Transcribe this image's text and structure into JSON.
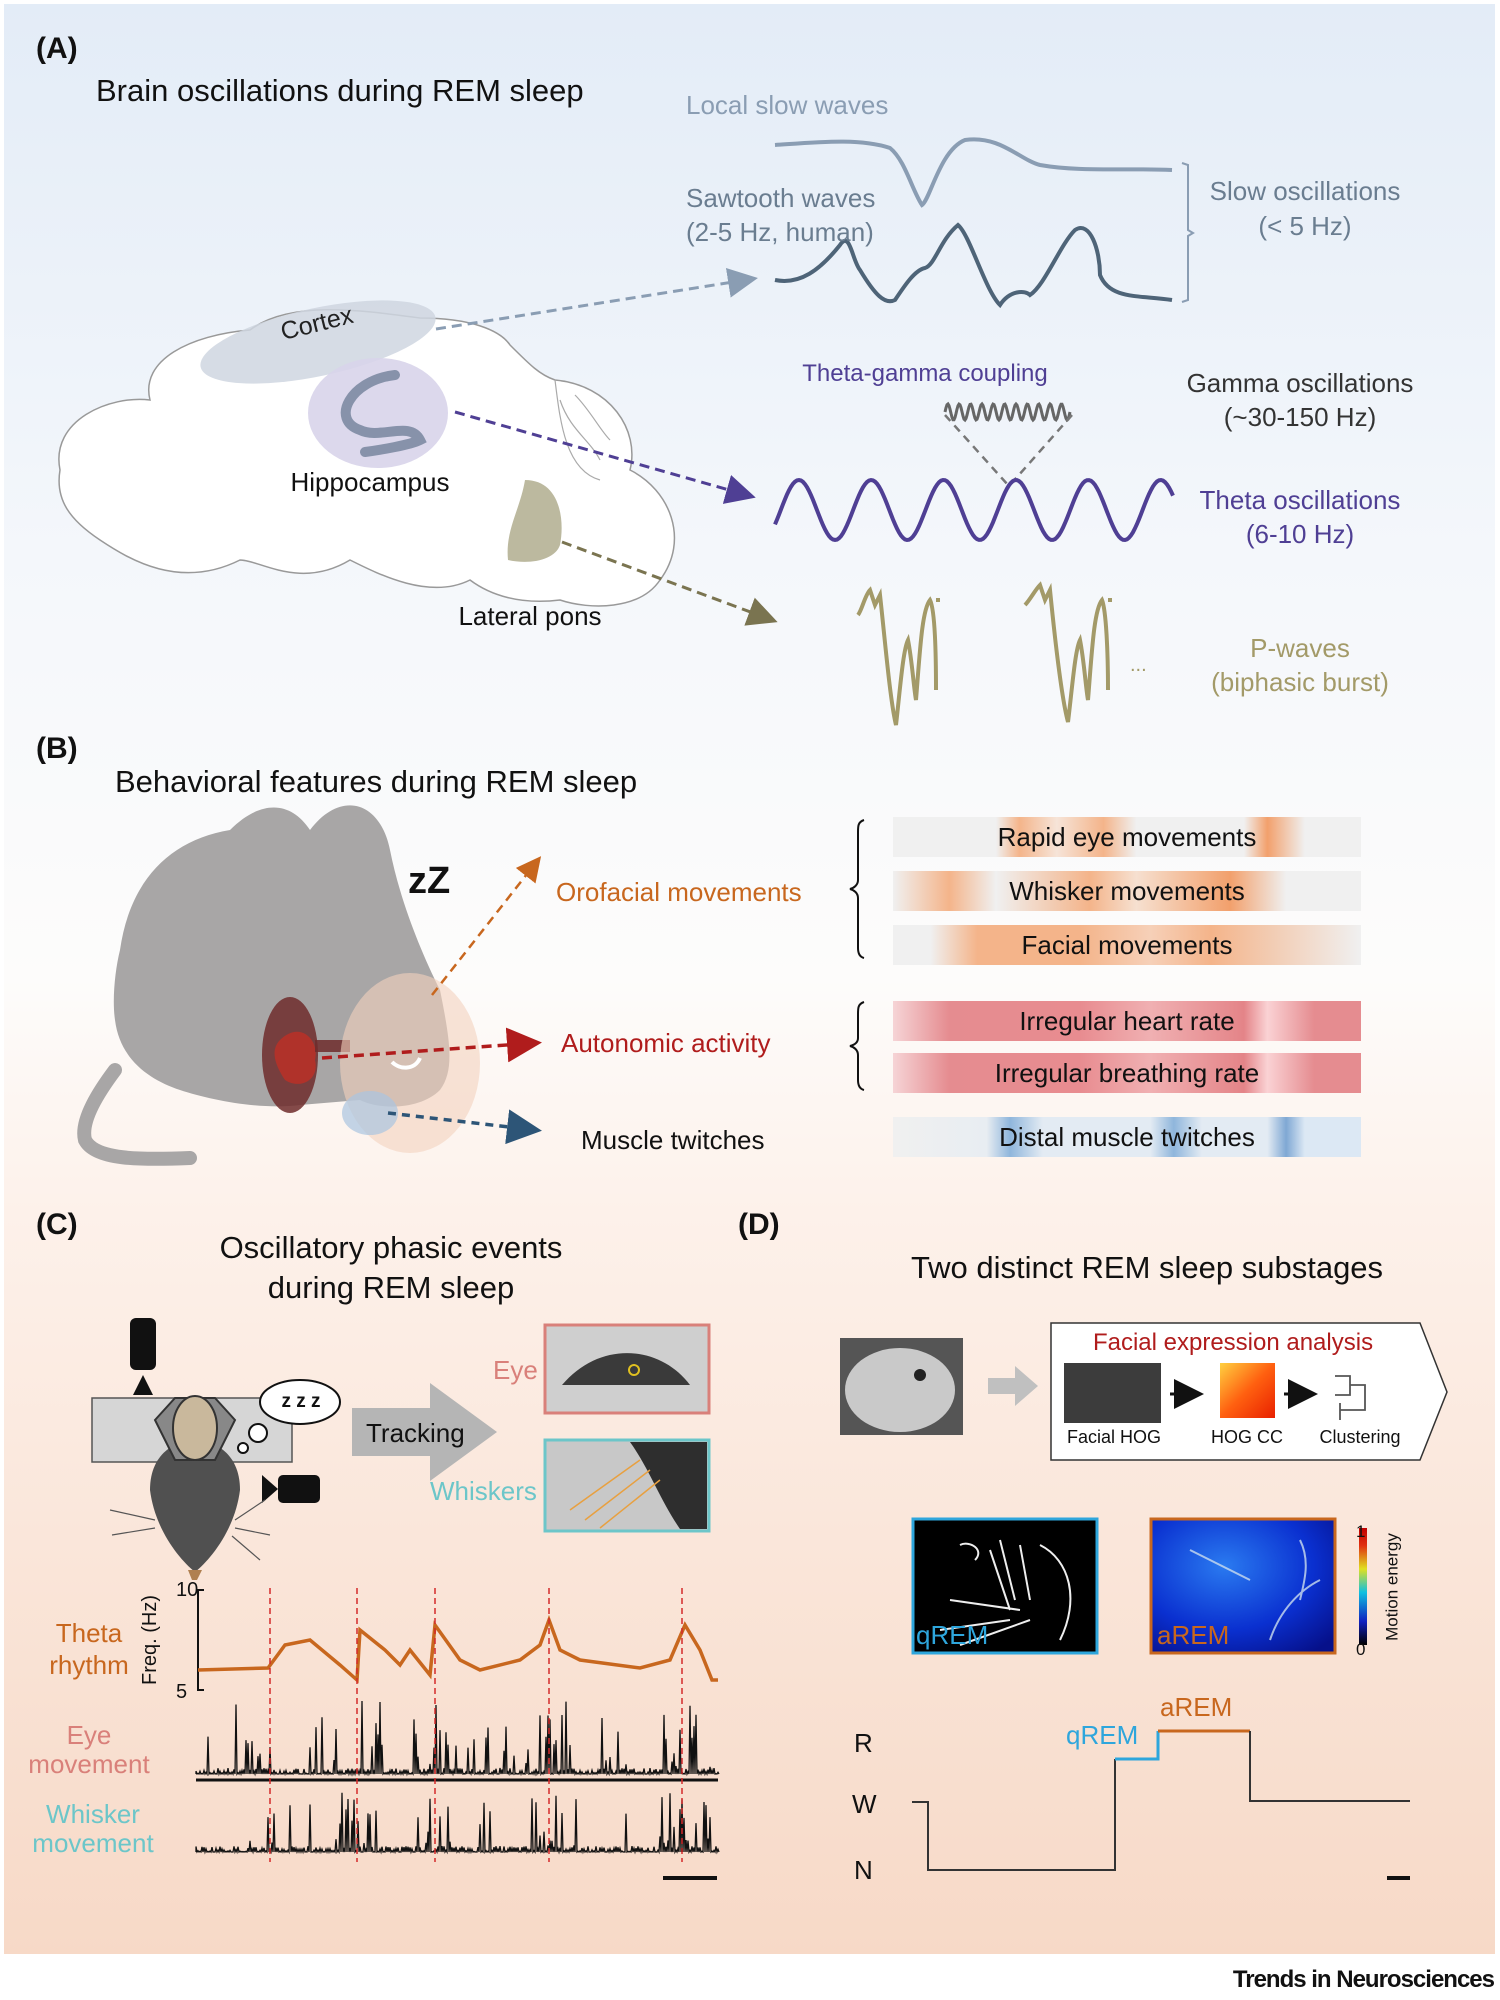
{
  "panel_a": {
    "label": "(A)",
    "title": "Brain oscillations during REM sleep",
    "regions": {
      "cortex": "Cortex",
      "hippocampus": "Hippocampus",
      "pons": "Lateral pons"
    },
    "local_slow_waves": "Local slow waves",
    "sawtooth_line1": "Sawtooth waves",
    "sawtooth_line2": "(2-5 Hz, human)",
    "slow_osc_line1": "Slow oscillations",
    "slow_osc_line2": "(< 5 Hz)",
    "theta_gamma": "Theta-gamma coupling",
    "gamma_line1": "Gamma oscillations",
    "gamma_line2": "(~30-150 Hz)",
    "theta_line1": "Theta oscillations",
    "theta_line2": "(6-10 Hz)",
    "pwaves_line1": "P-waves",
    "pwaves_line2": "(biphasic burst)",
    "ellipsis": "...",
    "colors": {
      "slow": "#8a9db3",
      "sawtooth": "#4e6478",
      "theta": "#4f3f94",
      "gamma": "#555555",
      "pwave": "#a39a68"
    }
  },
  "panel_b": {
    "label": "(B)",
    "title": "Behavioral features during REM sleep",
    "sleep_symbol": "zZ",
    "categories": [
      {
        "label": "Orofacial movements",
        "color": "#c8671e"
      },
      {
        "label": "Autonomic activity",
        "color": "#b01c1c"
      },
      {
        "label": "Muscle twitches",
        "color": "#111111"
      }
    ],
    "features": [
      {
        "label": "Rapid eye movements",
        "group": "orofacial"
      },
      {
        "label": "Whisker movements",
        "group": "orofacial"
      },
      {
        "label": "Facial movements",
        "group": "orofacial"
      },
      {
        "label": "Irregular heart rate",
        "group": "autonomic"
      },
      {
        "label": "Irregular breathing rate",
        "group": "autonomic"
      },
      {
        "label": "Distal muscle twitches",
        "group": "muscle"
      }
    ]
  },
  "panel_c": {
    "label": "(C)",
    "title_line1": "Oscillatory phasic events",
    "title_line2": "during REM sleep",
    "sleep_bubble": "z z z",
    "tracking": "Tracking",
    "eye": "Eye",
    "whiskers": "Whiskers",
    "theta_line1": "Theta",
    "theta_line2": "rhythm",
    "freq_axis": "Freq. (Hz)",
    "freq_ticks": [
      "10",
      "5"
    ],
    "eye_line1": "Eye",
    "eye_line2": "movement",
    "whisker_line1": "Whisker",
    "whisker_line2": "movement",
    "colors": {
      "theta": "#c8671e",
      "eye": "#d9807a",
      "whisker": "#6cc6c9",
      "event": "#d42a2a"
    }
  },
  "panel_d": {
    "label": "(D)",
    "title": "Two distinct REM sleep substages",
    "analysis_title": "Facial expression analysis",
    "steps": [
      "Facial HOG",
      "HOG CC",
      "Clustering"
    ],
    "qrem": "qREM",
    "arem": "aREM",
    "colorbar_label": "Motion energy",
    "colorbar_ticks": [
      "1",
      "0"
    ],
    "hypnogram_states": [
      "R",
      "W",
      "N"
    ],
    "hypnogram_label_q": "qREM",
    "hypnogram_label_a": "aREM",
    "colors": {
      "qrem": "#2ea6dc",
      "arem": "#c8671e",
      "analysis_title": "#b01c1c"
    }
  },
  "footer": {
    "journal": "Trends in Neurosciences"
  }
}
